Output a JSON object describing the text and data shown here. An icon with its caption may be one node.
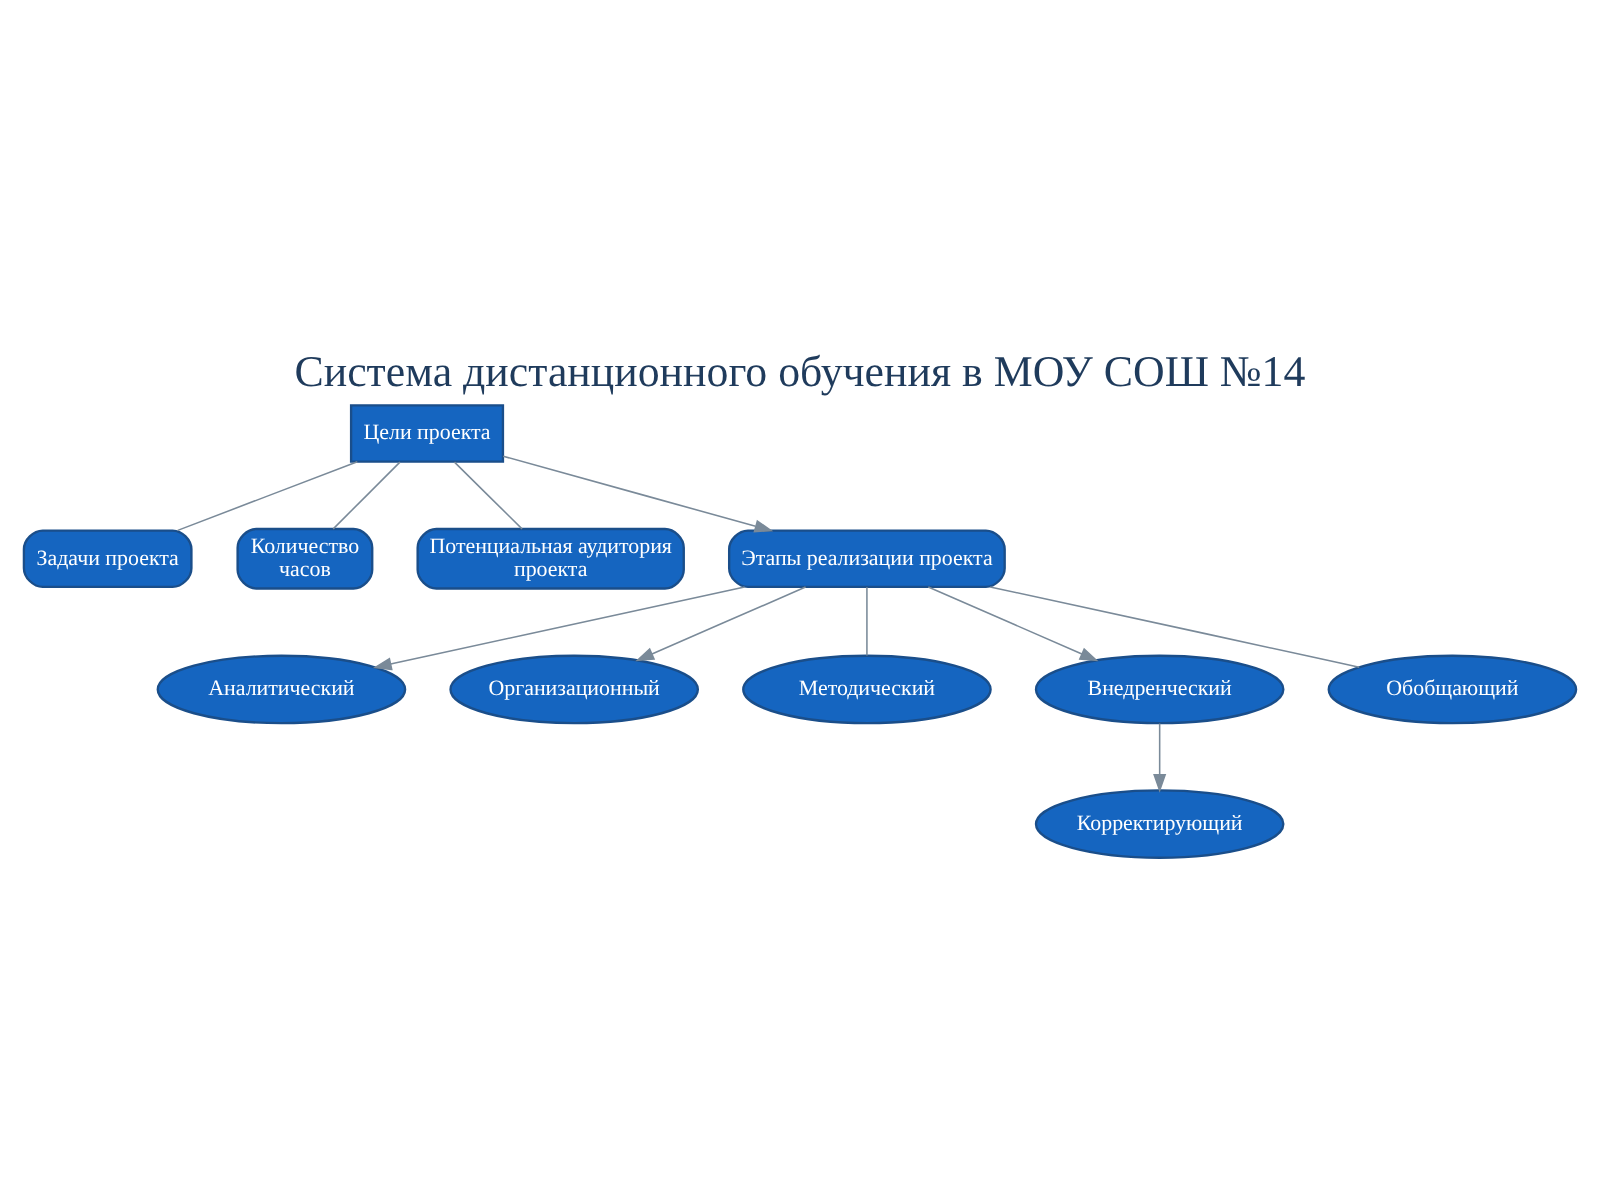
{
  "diagram": {
    "title": "Система дистанционного обучения в МОУ СОШ №14",
    "nodes": [
      {
        "text": [
          "Цели проекта"
        ]
      },
      {
        "text": [
          "Задачи проекта"
        ]
      },
      {
        "text": [
          "Количество часов"
        ]
      },
      {
        "text": [
          "Потенциальная аудитория проекта"
        ]
      },
      {
        "text": [
          "Этапы реализации проекта"
        ]
      },
      {
        "text": [
          "Аналитический"
        ]
      },
      {
        "text": [
          "Организационный"
        ]
      },
      {
        "text": [
          "Методический"
        ]
      },
      {
        "text": [
          "Внедренческий"
        ]
      },
      {
        "text": [
          "Обобщающий"
        ]
      },
      {
        "text": [
          "Корректирующий"
        ]
      }
    ],
    "edges": [
      {
        "from": 0,
        "to": 1,
        "arrow": "none"
      },
      {
        "from": 0,
        "to": 2,
        "arrow": "none"
      },
      {
        "from": 0,
        "to": 4,
        "arrow": "to"
      },
      {
        "from": 0,
        "to": 3,
        "arrow": "none"
      },
      {
        "from": 4,
        "to": 5,
        "arrow": "to"
      },
      {
        "from": 4,
        "to": 6,
        "arrow": "to"
      },
      {
        "from": 4,
        "to": 7,
        "arrow": "none"
      },
      {
        "from": 4,
        "to": 8,
        "arrow": "to"
      },
      {
        "from": 4,
        "to": 9,
        "arrow": "none"
      },
      {
        "from": 8,
        "to": 10,
        "arrow": "to"
      }
    ]
  }
}
